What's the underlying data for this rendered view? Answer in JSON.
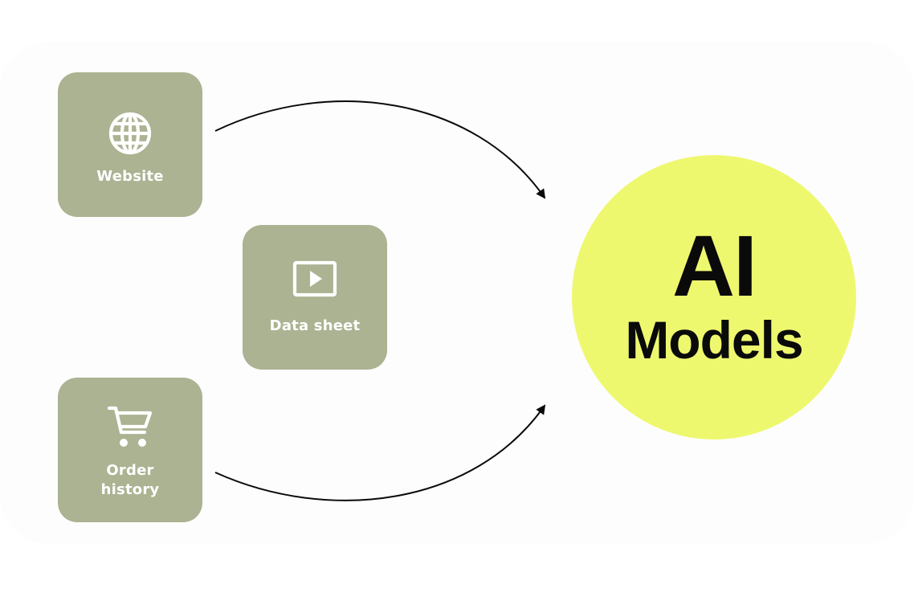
{
  "colors": {
    "tile": "#abb392",
    "ai_circle": "#eef86f",
    "text_dark": "#0a0a0a",
    "arrow": "#0a0a0a"
  },
  "sources": [
    {
      "id": "website",
      "icon": "globe-icon",
      "lines": [
        "Website"
      ]
    },
    {
      "id": "datasheet",
      "icon": "play-video-icon",
      "lines": [
        "Data sheet"
      ]
    },
    {
      "id": "order",
      "icon": "shopping-cart-icon",
      "lines": [
        "Order",
        "history"
      ]
    }
  ],
  "target": {
    "line1": "AI",
    "line2": "Models"
  }
}
